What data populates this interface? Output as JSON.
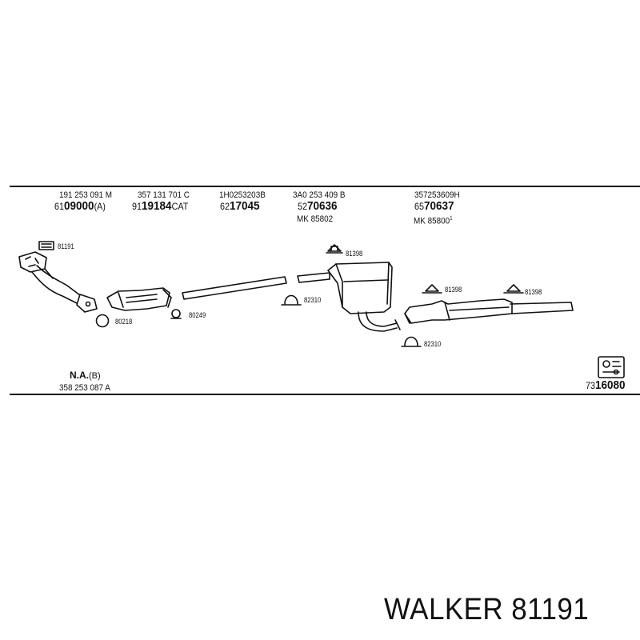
{
  "header_parts": [
    {
      "code": "191 253 091 M",
      "prefix": "61",
      "num": "09000",
      "suffix": "(A)"
    },
    {
      "code": "357 131 701 C",
      "prefix": "91",
      "num": "19184",
      "suffix": "CAT"
    },
    {
      "code": "1H0253203B",
      "prefix": "62",
      "num": "17045",
      "suffix": ""
    },
    {
      "code": "3A0 253 409 B",
      "prefix": "52",
      "num": "70636",
      "suffix": "",
      "mk": "MK 85802"
    },
    {
      "code": "357253609H",
      "prefix": "65",
      "num": "70637",
      "suffix": "",
      "mk": "MK 85800",
      "mk_sup": "1"
    }
  ],
  "component_tags": {
    "t1": "81191",
    "t2": "80218",
    "t3": "80249",
    "t4": "81398",
    "t5": "82310",
    "t6": "81398",
    "t7": "81398",
    "t8": "82310"
  },
  "footer": {
    "na_label": "N.A.",
    "na_suffix": "(B)",
    "na_code": "358 253 087 A",
    "kit_prefix": "73",
    "kit_num": "16080"
  },
  "brand_line": "WALKER 81191"
}
